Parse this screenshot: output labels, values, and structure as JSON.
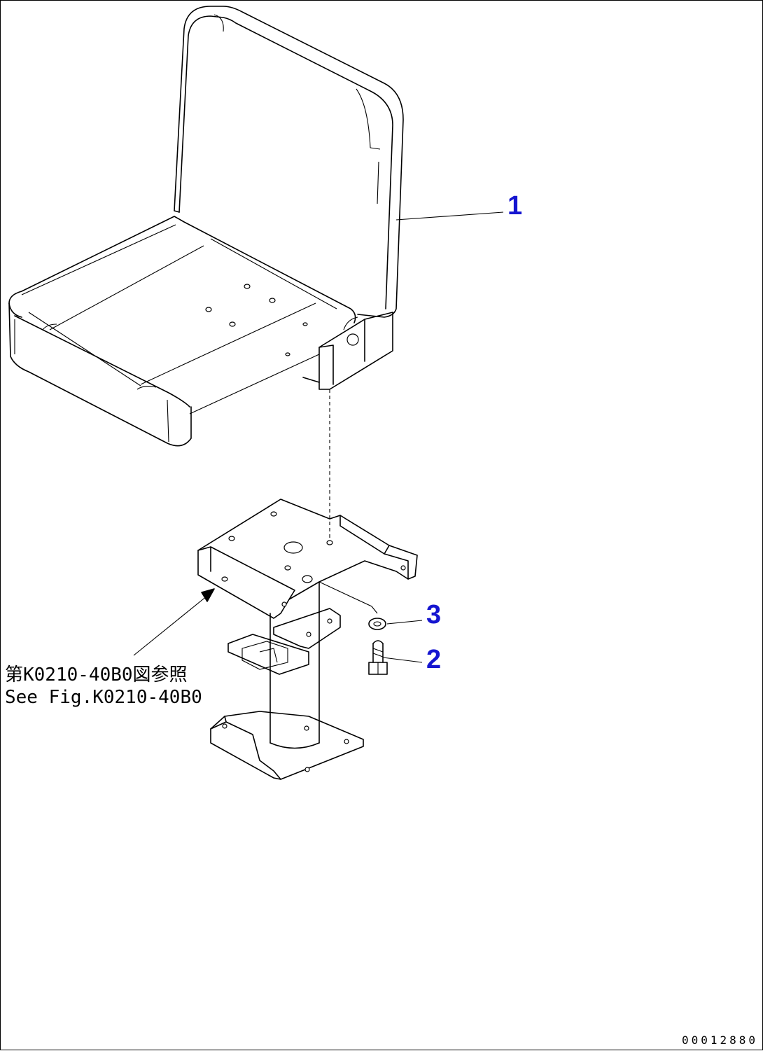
{
  "callouts": [
    {
      "label": "1",
      "part": "seat"
    },
    {
      "label": "2",
      "part": "bolt"
    },
    {
      "label": "3",
      "part": "washer"
    }
  ],
  "reference": {
    "jp": "第K0210-40B0図参照",
    "en": "See Fig.K0210-40B0"
  },
  "drawing_number": "00012880",
  "colors": {
    "callout": "#1515d0",
    "line": "#000000",
    "background": "#ffffff"
  }
}
